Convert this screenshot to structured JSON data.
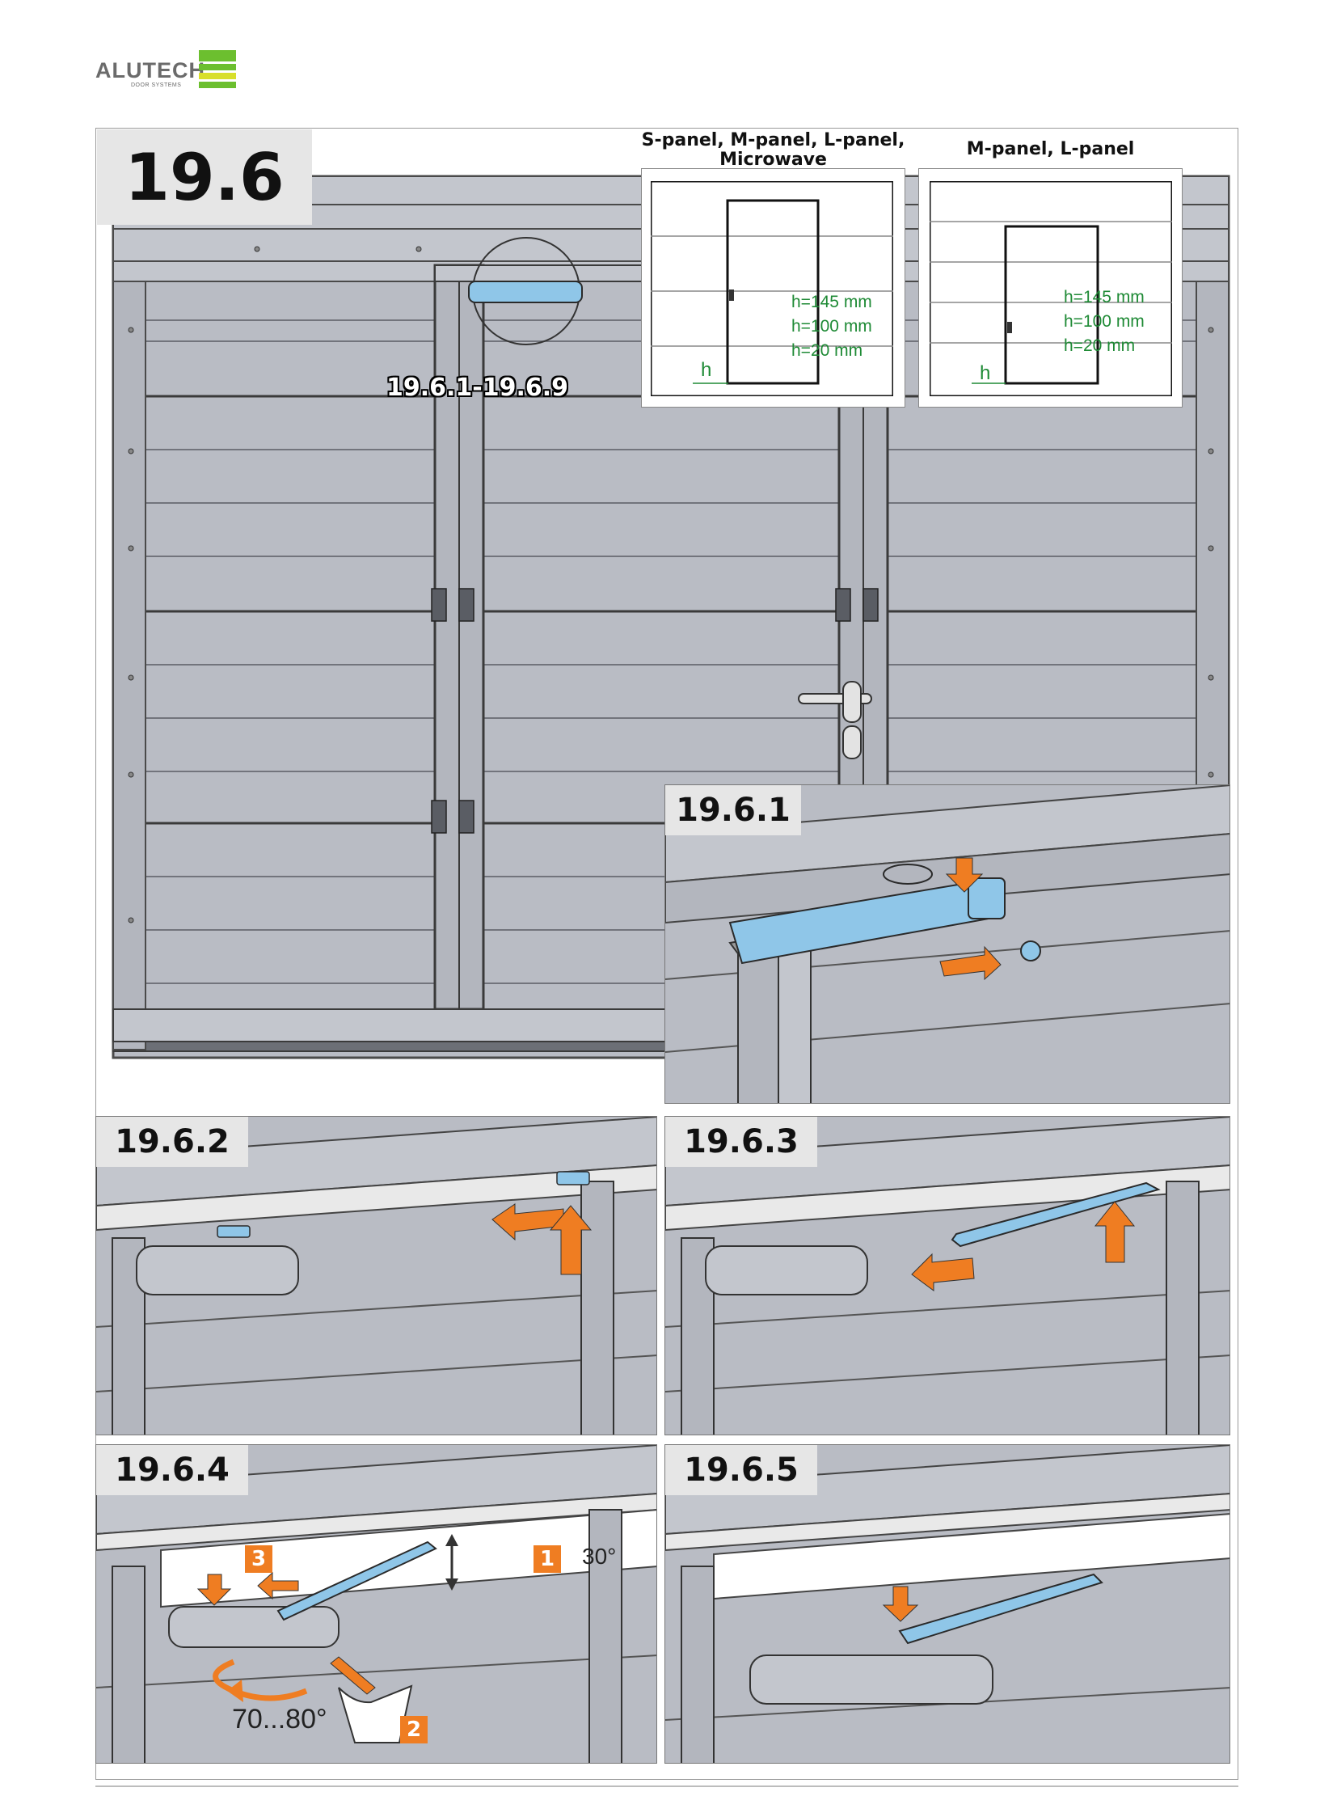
{
  "header": {
    "brand": "ALUTECH",
    "brand_sub": "DOOR SYSTEMS"
  },
  "main": {
    "step_number": "19.6",
    "callout_label": "19.6.1-19.6.9",
    "insets": [
      {
        "title_line1": "S-panel,  M-panel, L-panel,",
        "title_line2": "Microwave",
        "h_values": [
          "h=145 mm",
          "h=100 mm",
          "h=20 mm"
        ],
        "h_label": "h"
      },
      {
        "title_line1": "M-panel, L-panel",
        "h_values": [
          "h=145 mm",
          "h=100 mm",
          "h=20 mm"
        ],
        "h_label": "h"
      }
    ]
  },
  "substeps": [
    {
      "label": "19.6.1"
    },
    {
      "label": "19.6.2"
    },
    {
      "label": "19.6.3"
    },
    {
      "label": "19.6.4",
      "badges": [
        "1",
        "2",
        "3"
      ],
      "angle": "30°",
      "torque": "70...80°"
    },
    {
      "label": "19.6.5"
    }
  ],
  "colors": {
    "accent_blue": "#8fc6e8",
    "arrow_orange": "#ef7d22",
    "panel_gray": "#b9bcc4",
    "brand_green": "#6cbf2f",
    "brand_yellow": "#d8df2b",
    "text_green": "#1e8a35"
  }
}
